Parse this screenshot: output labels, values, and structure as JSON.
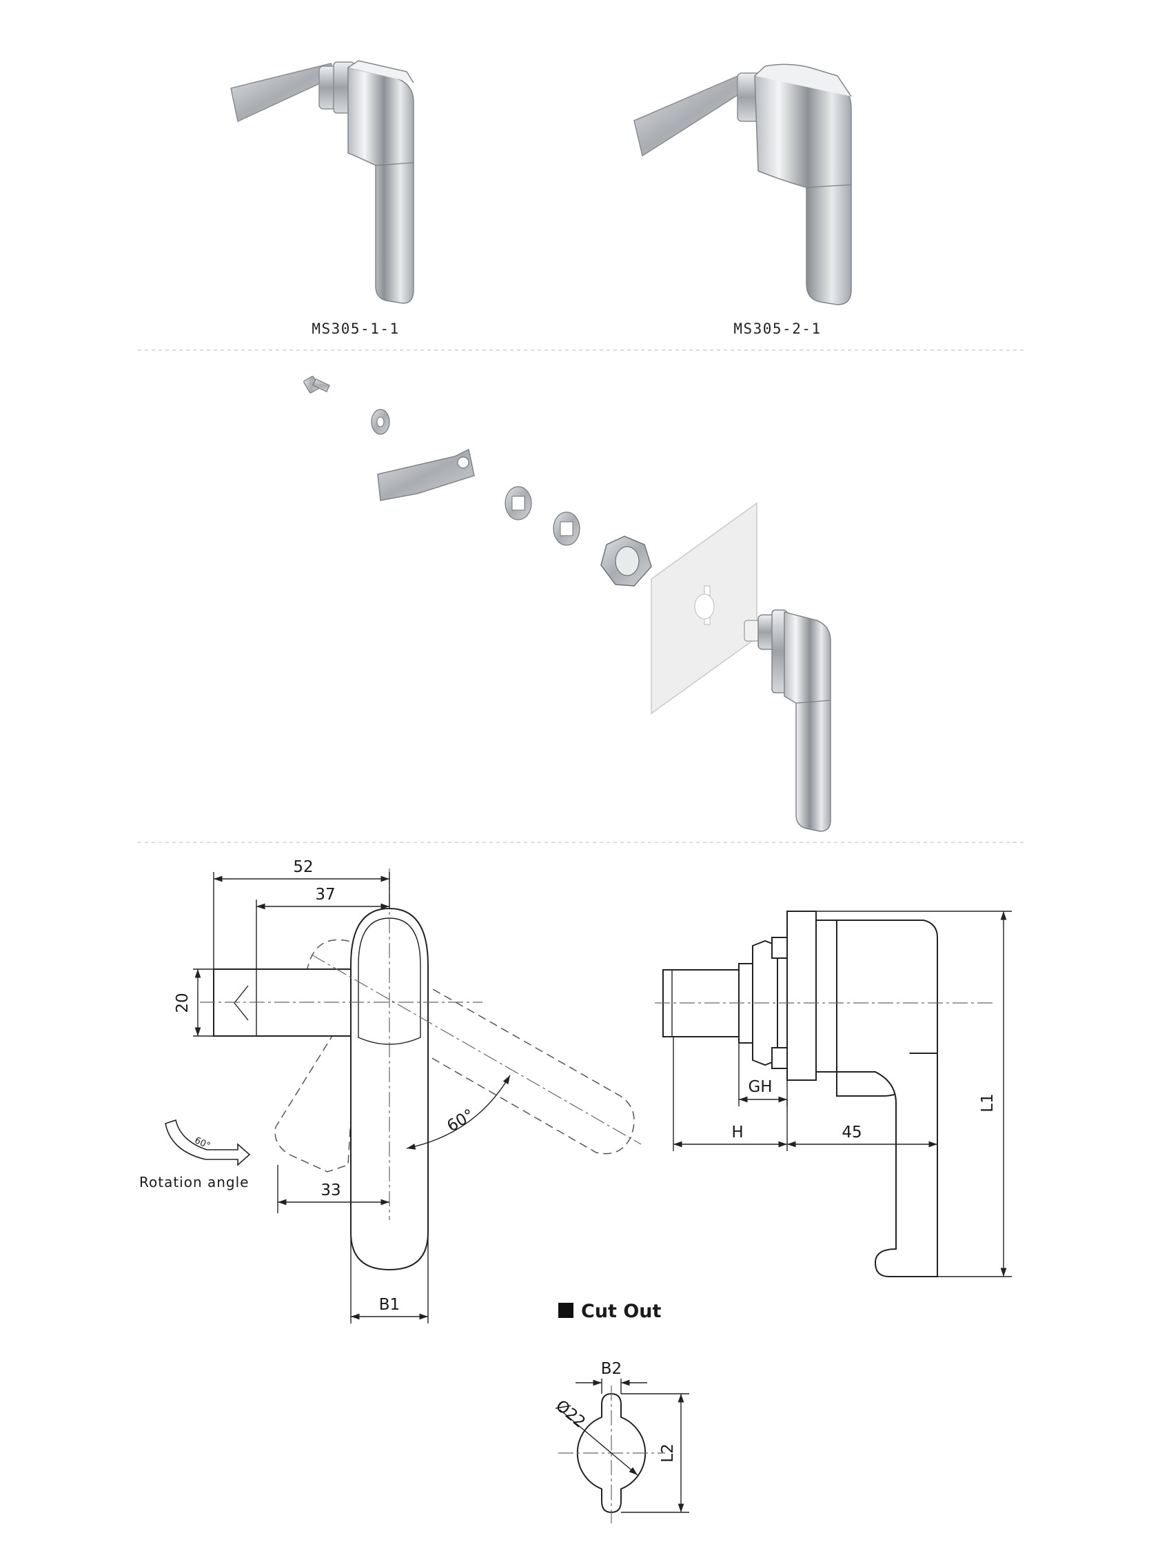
{
  "products": [
    {
      "model": "MS305-1-1"
    },
    {
      "model": "MS305-2-1"
    }
  ],
  "drawing": {
    "front_view": {
      "dim_overall_width": "52",
      "dim_to_cam": "37",
      "dim_cam_width": "20",
      "dim_handle_offset": "33",
      "dim_handle_width": "B1",
      "rotation_angle_value": "60°",
      "rotation_icon_value": "60°",
      "rotation_label": "Rotation angle"
    },
    "side_view": {
      "dim_gh": "GH",
      "dim_h": "H",
      "dim_depth": "45",
      "dim_length": "L1"
    },
    "cut_out": {
      "heading": "Cut Out",
      "dim_diameter": "Ø22",
      "dim_tab_width": "B2",
      "dim_height": "L2"
    }
  }
}
